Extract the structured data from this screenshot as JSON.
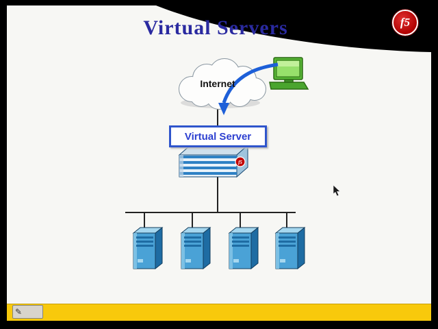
{
  "title": {
    "text": "Virtual Servers"
  },
  "logo": {
    "text": "f5"
  },
  "cloud": {
    "label": "Internet"
  },
  "virtual_server_box": {
    "label": "Virtual Server"
  },
  "device": {
    "logo_text": "f5"
  },
  "servers": {
    "count": 4
  },
  "colors": {
    "title_blue": "#2a2aa0",
    "arrow_blue": "#1d5fd8",
    "box_border_blue": "#2f55cc",
    "server_blue": "#4aa2d6",
    "yellow_bar": "#f8c90c",
    "logo_red": "#c00000",
    "background": "#000000"
  }
}
